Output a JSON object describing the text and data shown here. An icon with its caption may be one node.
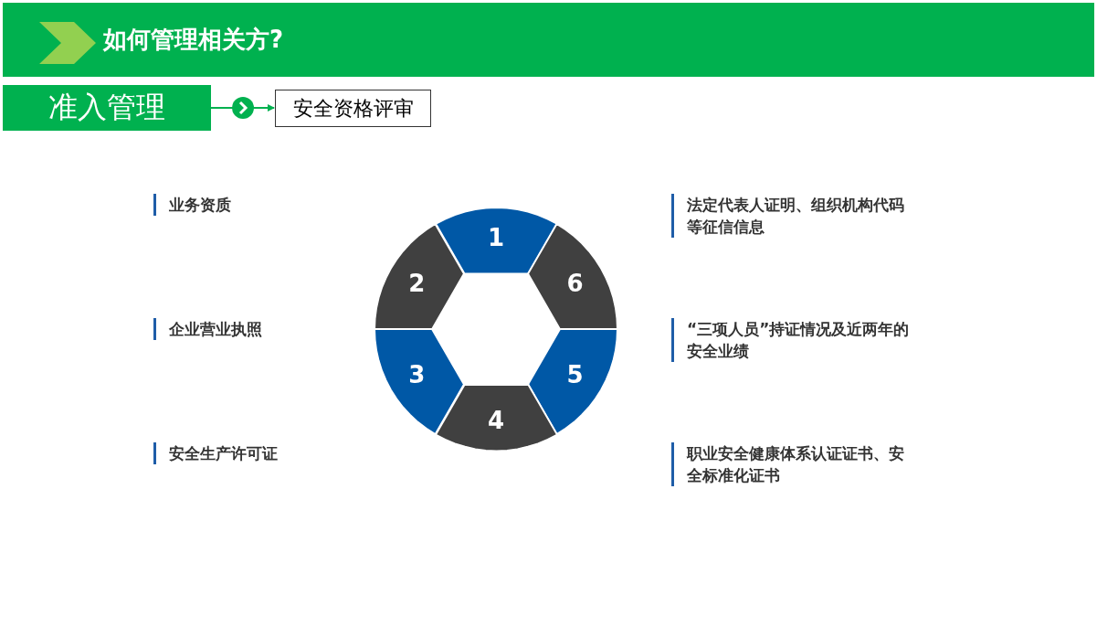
{
  "diagram": {
    "title": "如何管理相关方?",
    "nodes": [
      {
        "text": [
          "准入管理"
        ]
      },
      {
        "text": [
          "安全资格评审"
        ]
      },
      {
        "text": [
          "1"
        ]
      },
      {
        "text": [
          "2"
        ]
      },
      {
        "text": [
          "6"
        ]
      },
      {
        "text": [
          "3"
        ]
      },
      {
        "text": [
          "5"
        ]
      },
      {
        "text": [
          "4"
        ]
      }
    ],
    "edges": [
      {
        "from": 0,
        "to": 1,
        "arrow": "to"
      }
    ],
    "labels": [
      "业务资质",
      "法定代表人证明、组织机构代码等征信信息",
      "企业营业执照",
      "“三项人员”持证情况及近两年的安全业绩",
      "安全生产许可证",
      "职业安全健康体系认证证书、安全标准化证书"
    ]
  }
}
